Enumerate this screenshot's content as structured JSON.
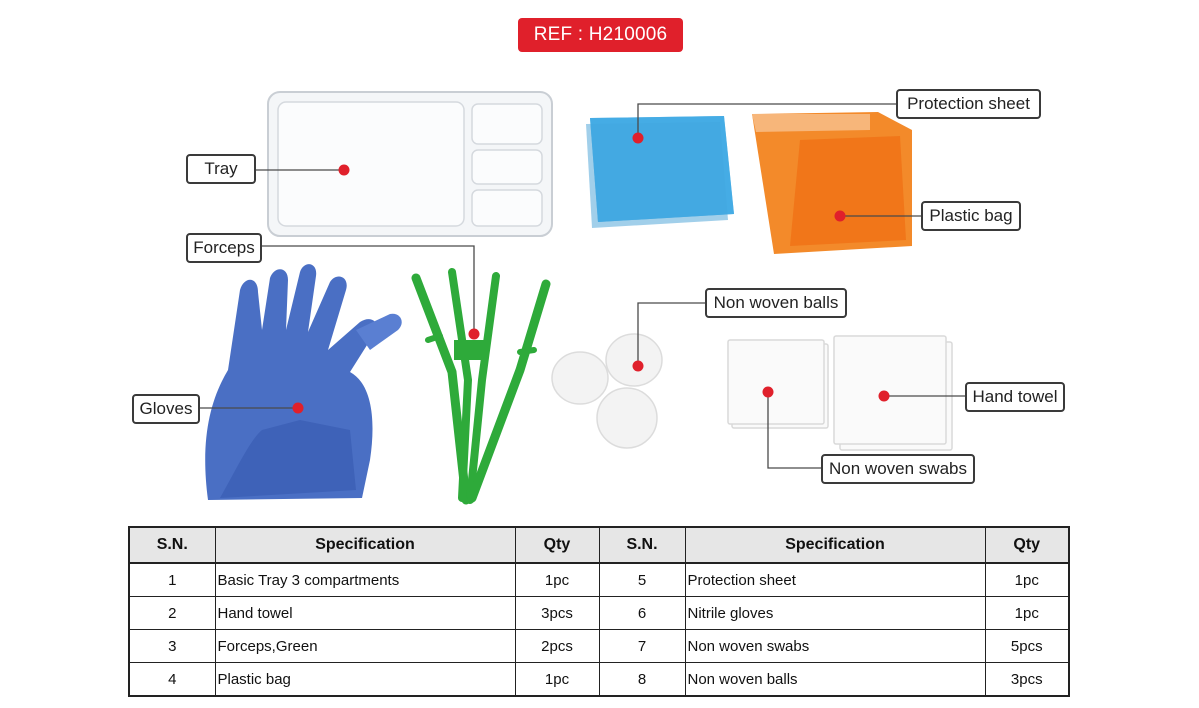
{
  "ref": {
    "label": "REF : ",
    "code": "H210006"
  },
  "labels": {
    "tray": "Tray",
    "forceps": "Forceps",
    "gloves": "Gloves",
    "protection_sheet": "Protection sheet",
    "plastic_bag": "Plastic bag",
    "non_woven_balls": "Non woven balls",
    "hand_towel": "Hand towel",
    "non_woven_swabs": "Non woven swabs"
  },
  "colors": {
    "badge": "#e0202b",
    "dot": "#e0202b",
    "gloves": "#4a6fc4",
    "forceps": "#2eaa3a",
    "sheet": "#3aa0dc",
    "bag": "#f27a1a"
  },
  "table": {
    "headers": [
      "S.N.",
      "Specification",
      "Qty",
      "S.N.",
      "Specification",
      "Qty"
    ],
    "rows": [
      [
        "1",
        "Basic Tray 3 compartments",
        "1pc",
        "5",
        "Protection sheet",
        "1pc"
      ],
      [
        "2",
        "Hand towel",
        "3pcs",
        "6",
        "Nitrile gloves",
        "1pc"
      ],
      [
        "3",
        "Forceps,Green",
        "2pcs",
        "7",
        "Non woven swabs",
        "5pcs"
      ],
      [
        "4",
        "Plastic bag",
        "1pc",
        "8",
        "Non woven balls",
        "3pcs"
      ]
    ]
  }
}
